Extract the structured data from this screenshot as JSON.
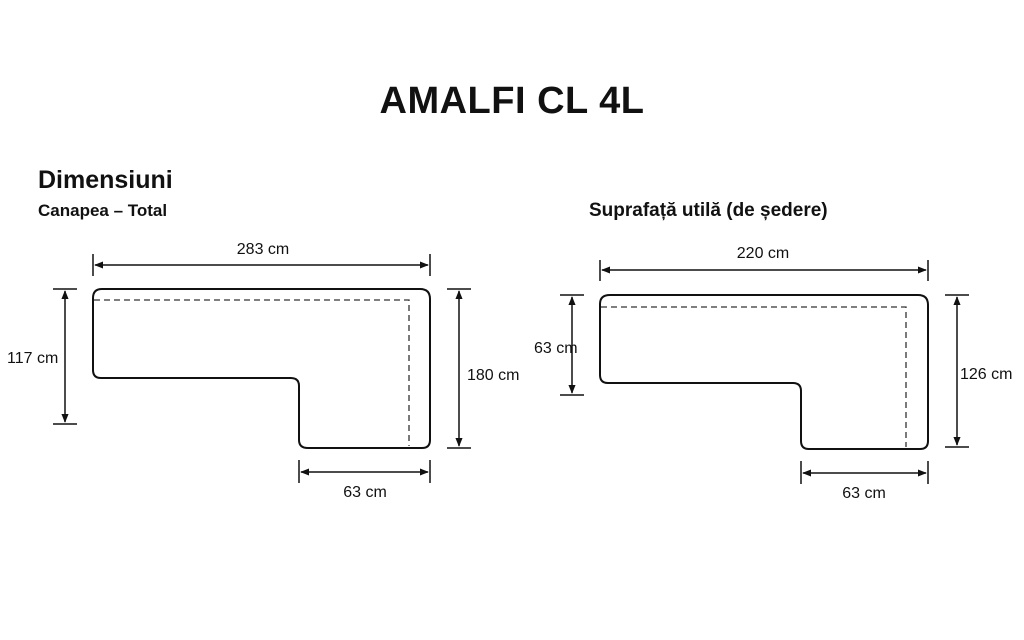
{
  "title": "AMALFI CL 4L",
  "left_diagram": {
    "heading": "Dimensiuni",
    "subheading": "Canapea – Total",
    "width_label": "283 cm",
    "left_height_label": "117 cm",
    "right_height_label": "180 cm",
    "bottom_width_label": "63 cm"
  },
  "right_diagram": {
    "heading": "Suprafață utilă (de ședere)",
    "width_label": "220 cm",
    "left_height_label": "63 cm",
    "right_height_label": "126 cm",
    "bottom_width_label": "63 cm"
  }
}
